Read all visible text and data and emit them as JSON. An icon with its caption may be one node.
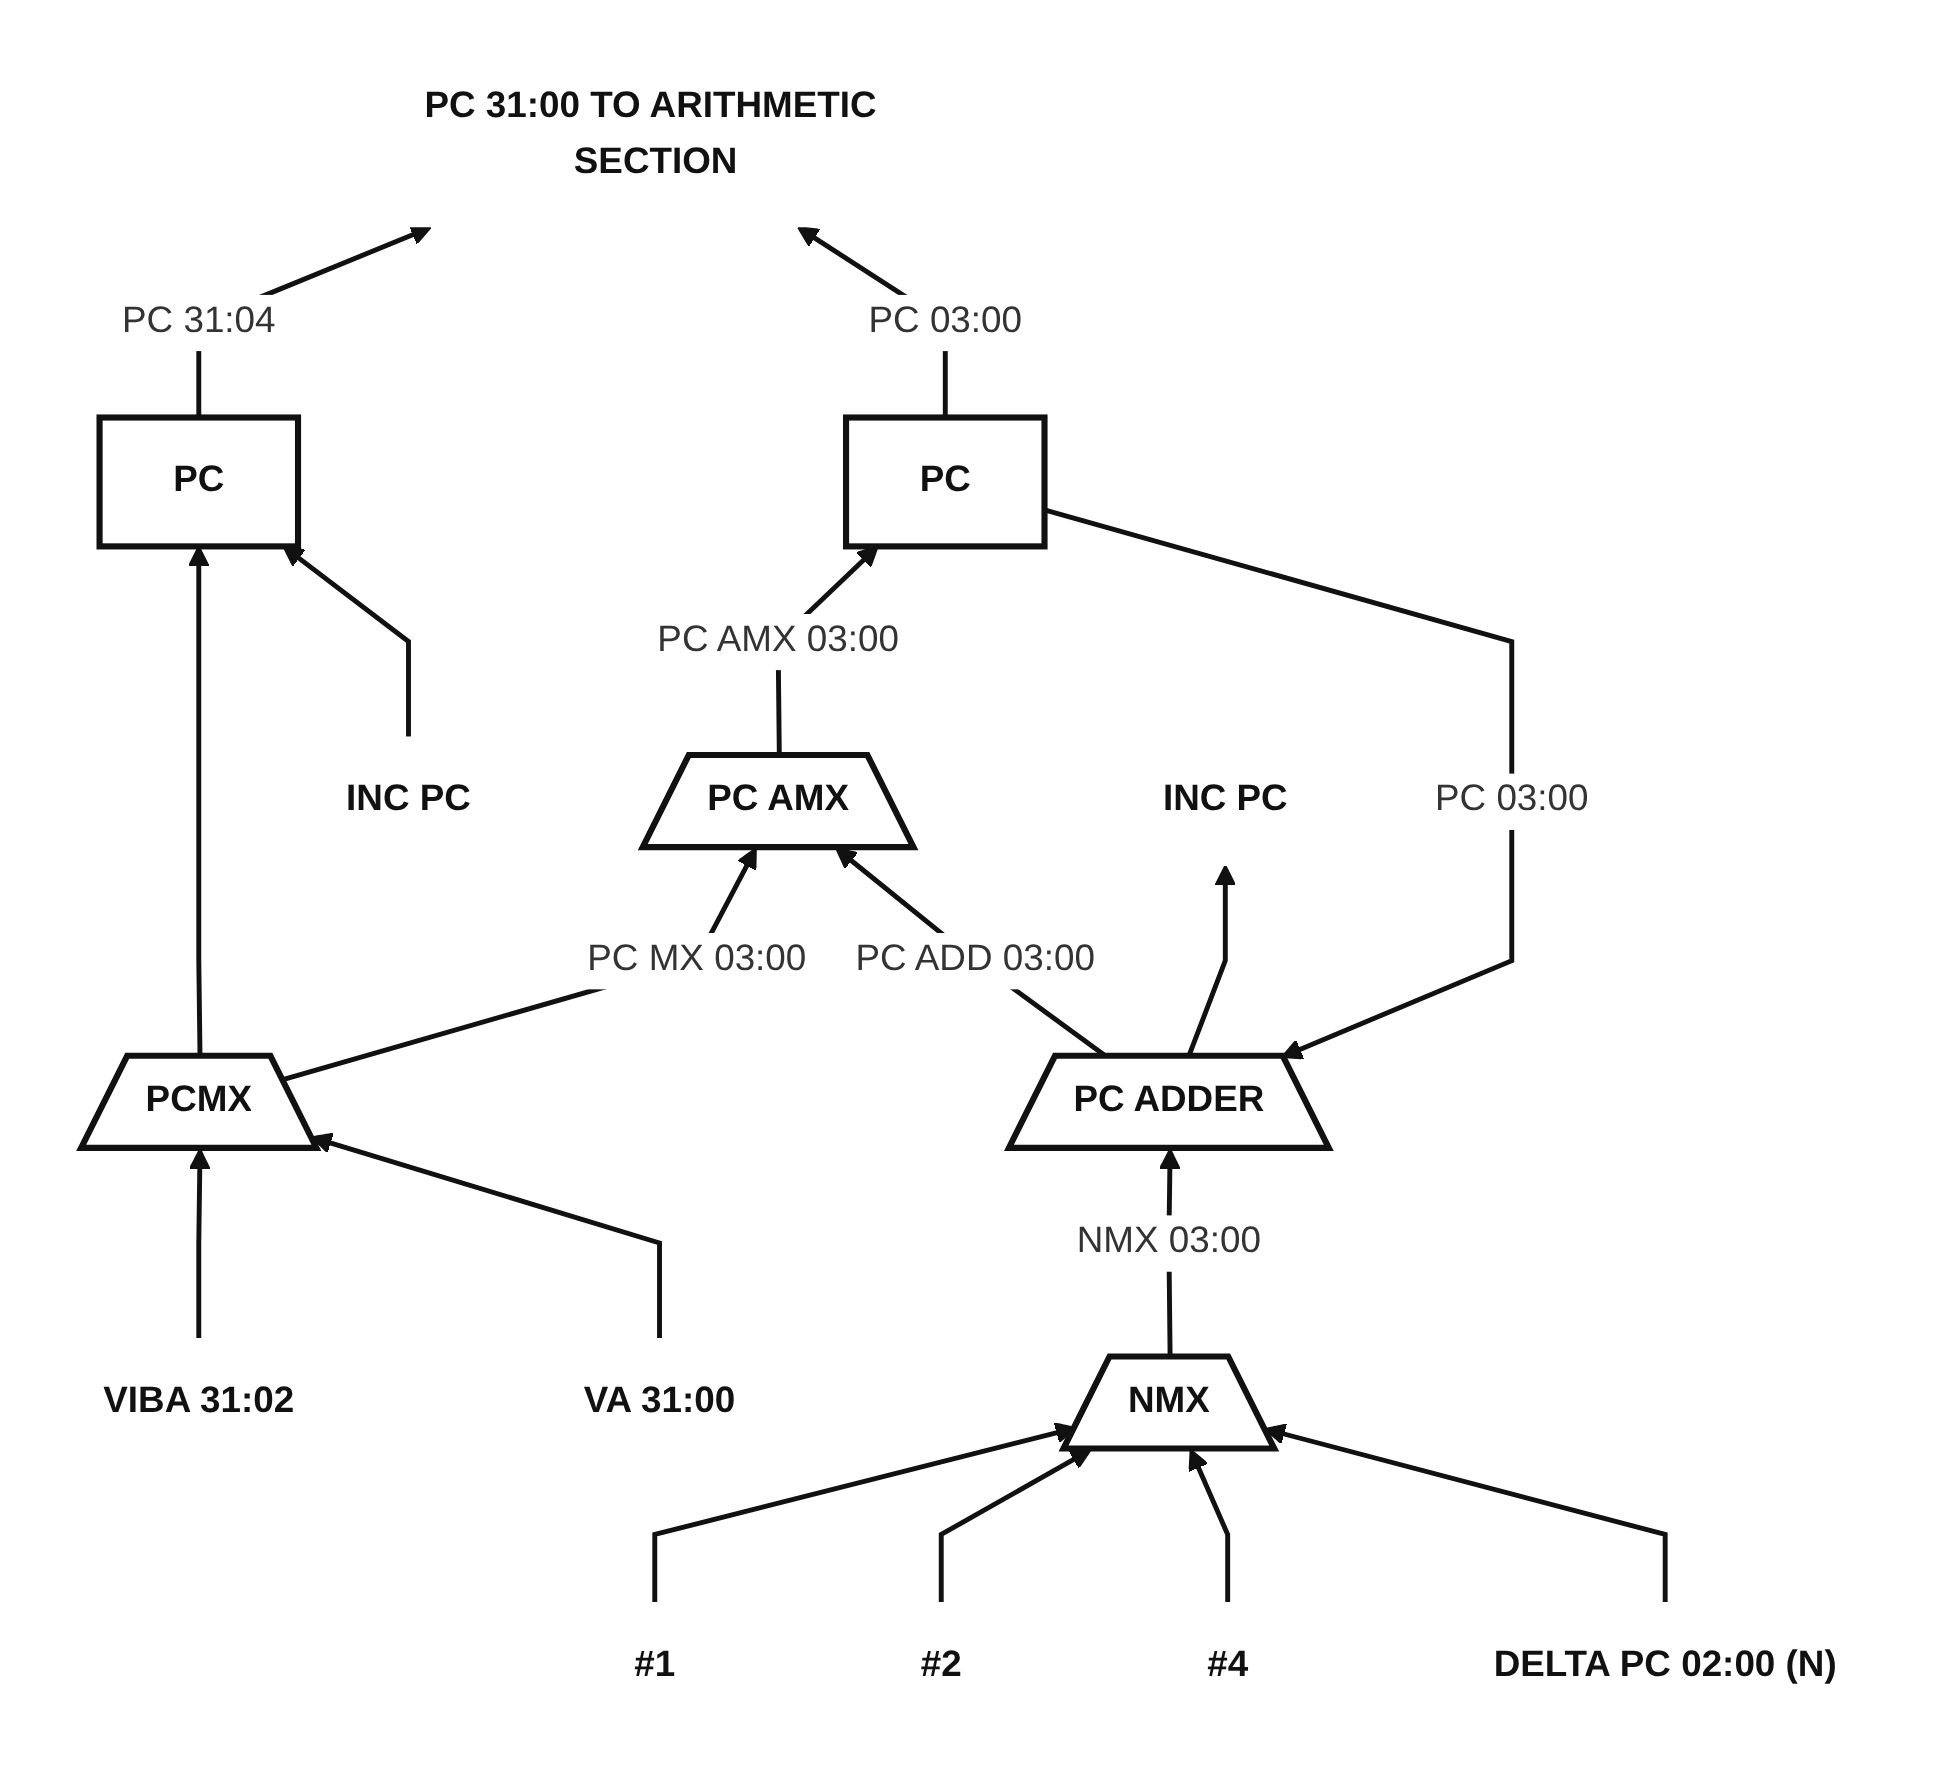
{
  "diagram": {
    "nodes": [
      {
        "text": [
          "PC"
        ]
      },
      {
        "text": [
          "PC"
        ]
      },
      {
        "text": [
          "PC AMX"
        ]
      },
      {
        "text": [
          "PCMX"
        ]
      },
      {
        "text": [
          "PC ADDER"
        ]
      },
      {
        "text": [
          "NMX"
        ]
      },
      {
        "text": [
          "PC 31:00 TO ARITHMETIC SECTION"
        ]
      },
      {
        "text": [
          "INC PC"
        ]
      },
      {
        "text": [
          "INC PC"
        ]
      },
      {
        "text": [
          "VIBA 31:02"
        ]
      },
      {
        "text": [
          "VA 31:00"
        ]
      },
      {
        "text": [
          "#1"
        ]
      },
      {
        "text": [
          "#2"
        ]
      },
      {
        "text": [
          "#4"
        ]
      },
      {
        "text": [
          "DELTA PC 02:00 (N)"
        ]
      }
    ],
    "edges": [
      {
        "from": 0,
        "to": 6,
        "arrow": "to",
        "label": "PC 31:04"
      },
      {
        "from": 1,
        "to": 6,
        "arrow": "to",
        "label": "PC 03:00"
      },
      {
        "from": 7,
        "to": 0,
        "arrow": "to"
      },
      {
        "from": 2,
        "to": 1,
        "arrow": "to",
        "label": "PC AMX 03:00"
      },
      {
        "from": 3,
        "to": 0,
        "arrow": "to"
      },
      {
        "from": 3,
        "to": 2,
        "arrow": "to",
        "label": "PC MX 03:00"
      },
      {
        "from": 4,
        "to": 2,
        "arrow": "to",
        "label": "PC ADD 03:00"
      },
      {
        "from": 4,
        "to": 8,
        "arrow": "to"
      },
      {
        "from": 9,
        "to": 3,
        "arrow": "to"
      },
      {
        "from": 10,
        "to": 3,
        "arrow": "to"
      },
      {
        "from": 5,
        "to": 4,
        "arrow": "to",
        "label": "NMX 03:00"
      },
      {
        "from": 11,
        "to": 5,
        "arrow": "to"
      },
      {
        "from": 12,
        "to": 5,
        "arrow": "to"
      },
      {
        "from": 13,
        "to": 5,
        "arrow": "to"
      },
      {
        "from": 14,
        "to": 5,
        "arrow": "to"
      },
      {
        "from": 1,
        "to": 4,
        "arrow": "to",
        "label": "PC 03:00"
      }
    ]
  }
}
